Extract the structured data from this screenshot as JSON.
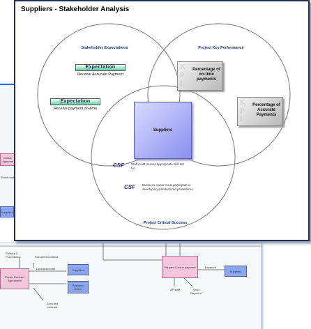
{
  "title": "Suppliers - Stakeholder Analysis",
  "circles": {
    "expectations_label": "Stakeholder Expectations",
    "kpi_label": "Project Key Performance",
    "csf_label": "Project Critical Success"
  },
  "expectations": [
    {
      "tag": "Expectation",
      "text": "Receive Accurate Payment"
    },
    {
      "tag": "Expectation",
      "text": "Receive payment on-time"
    }
  ],
  "kpis": [
    {
      "letters": "K P I",
      "text": "Percentage of on-time payments"
    },
    {
      "letters": "K P I",
      "text": "Percentage of Accurate Payments"
    }
  ],
  "center_label": "Suppliers",
  "csfs": [
    {
      "tag": "CSF",
      "text": "Staff must posses appropriate skill set for"
    },
    {
      "tag": "CSF",
      "text": "Business owner must participate in developing standardized procedures"
    }
  ],
  "back_left": {
    "items": [
      "Create Approval",
      "Purch staff",
      "Suppliers"
    ]
  },
  "back_bottom": {
    "policies": "Policies & Procedures",
    "executed_contract_top": "Executed Contract",
    "create_contract": "Create Contract Agreement",
    "contract_model": "Contract model",
    "suppliers_a": "Suppliers",
    "business_owner": "Business Owner",
    "executed_contract_bottom": "Executed contract",
    "prepare_issue": "Prepare & issue payment",
    "payment": "Payment",
    "suppliers_b": "Suppliers",
    "ap_staff": "AP staff",
    "send_payment": "Send Payment"
  },
  "colors": {
    "expectation_bar": "#5fd39f",
    "panel_border": "#20324f",
    "center_box": "#9aa0f5",
    "flow_pink": "#f3c6dc",
    "flow_blue": "#8aa6f0"
  }
}
